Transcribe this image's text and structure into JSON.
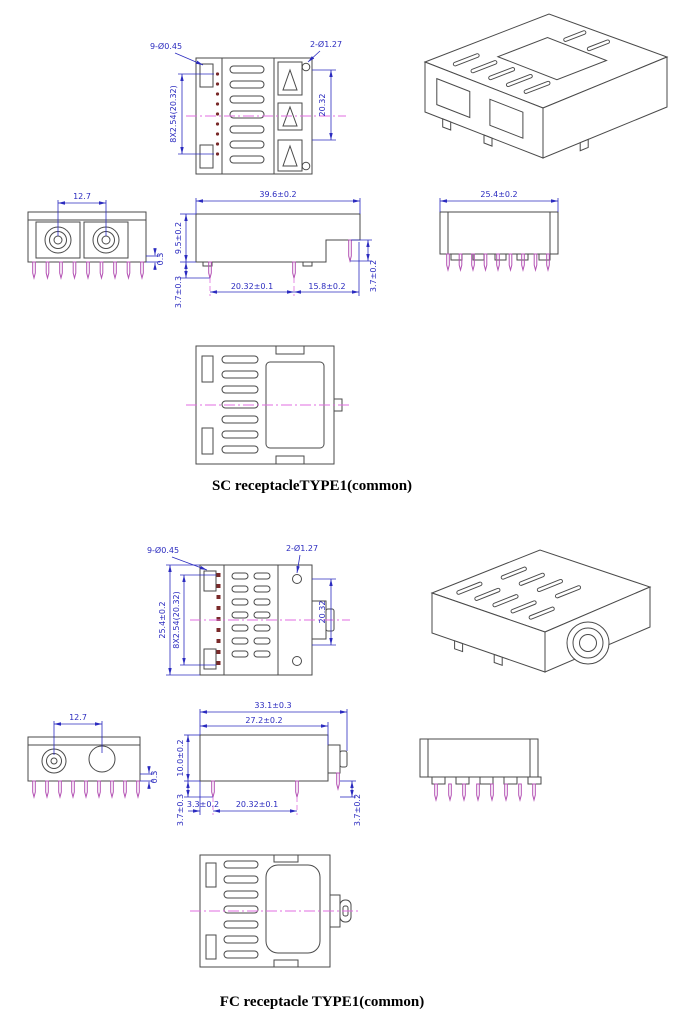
{
  "colors": {
    "outline": "#4a4a4a",
    "dimension": "#2b2bbf",
    "centerline": "#e06ee0",
    "pin": "#b452b4",
    "hole_dot": "#7a2a2a",
    "caption": "#000000"
  },
  "sc": {
    "caption": "SC receptacleTYPE1(common)",
    "top_view": {
      "lead_holes": "9-Ø0.45",
      "lead_mount": "2-Ø1.27",
      "pitch": "8X2.54(20.32)",
      "mount_span": "20.32"
    },
    "front_view": {
      "center_spacing": "12.7",
      "standoff": "0.3"
    },
    "side_view": {
      "overall_length": "39.6±0.2",
      "body_height": "9.5±0.2",
      "pin_length_left": "3.7±0.3",
      "pin_span": "20.32±0.1",
      "rear_length": "15.8±0.2",
      "pin_length_right": "3.7±0.2"
    },
    "end_view": {
      "overall_width": "25.4±0.2"
    }
  },
  "fc": {
    "caption": "FC receptacle TYPE1(common)",
    "top_view": {
      "lead_holes": "9-Ø0.45",
      "lead_mount": "2-Ø1.27",
      "overall_width": "25.4±0.2",
      "pitch": "8X2.54(20.32)",
      "mount_span": "20.32"
    },
    "front_view": {
      "center_spacing": "12.7",
      "standoff": "0.3"
    },
    "side_view": {
      "overall_length": "33.1±0.3",
      "body_length": "27.2±0.2",
      "body_height": "10.0±0.2",
      "pin_length_left": "3.7±0.3",
      "first_pin_offset": "3.3±0.2",
      "pin_span": "20.32±0.1",
      "pin_length_right": "3.7±0.2"
    }
  }
}
